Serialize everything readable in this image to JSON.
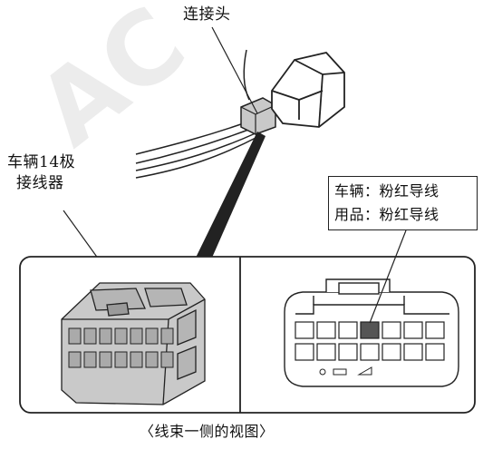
{
  "labels": {
    "connector": "连接头",
    "vehicle_line1": "车辆14极",
    "vehicle_line2": "接线器",
    "callout_line1": "车辆：粉红导线",
    "callout_line2": "用品：粉红导线",
    "caption": "〈线束一侧的视图〉"
  },
  "watermark": "AC",
  "colors": {
    "line": "#222222",
    "connector_fill": "#c9c9c9",
    "highlight_pin": "#555555",
    "background": "#ffffff"
  }
}
